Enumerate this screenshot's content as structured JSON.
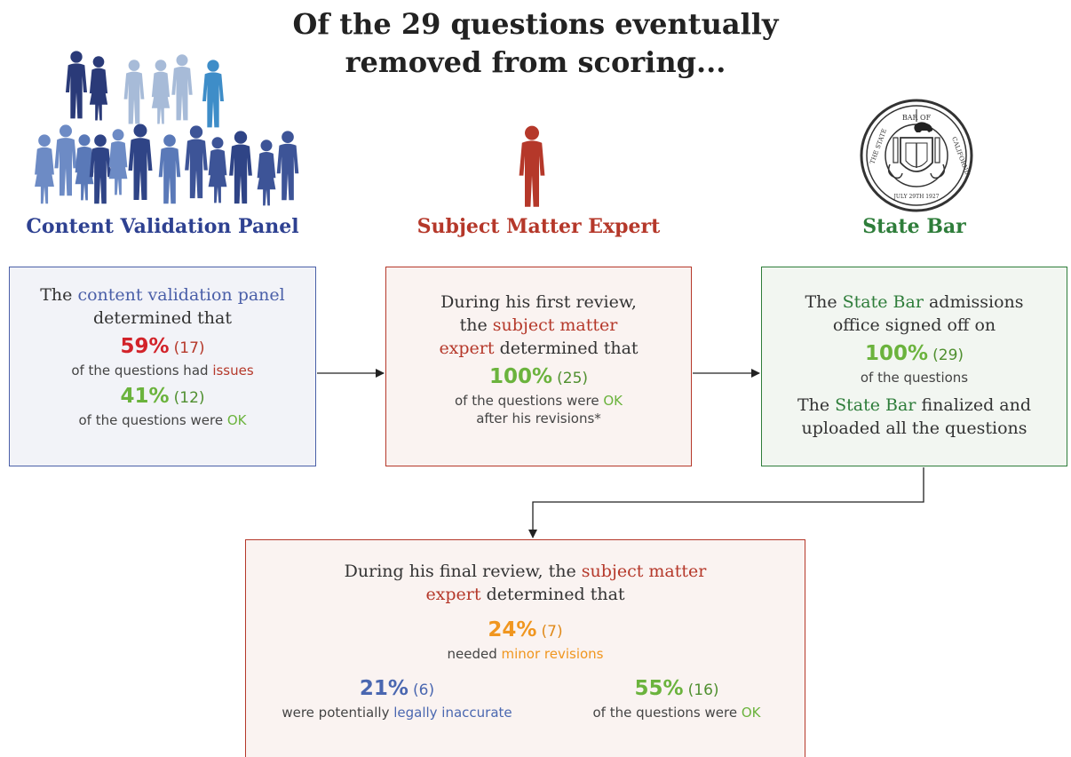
{
  "title": {
    "line1": "Of the 29 questions eventually",
    "line2": "removed from scoring..."
  },
  "colors": {
    "blue": "#4a5fa8",
    "red": "#b5382a",
    "green": "#2e7d3a",
    "stat_red": "#d2232a",
    "stat_green": "#6bb33d",
    "stat_orange": "#f0961f",
    "stat_blue": "#4a67b0"
  },
  "panel": {
    "heading": "Content Validation Panel",
    "icon": "crowd-silhouette-icon",
    "text_pre": "The ",
    "text_hl": "content validation panel",
    "text_post": " determined that",
    "stat1_pct": "59%",
    "stat1_count": "(17)",
    "stat1_desc_pre": "of the questions had ",
    "stat1_desc_hl": "issues",
    "stat2_pct": "41%",
    "stat2_count": "(12)",
    "stat2_desc_pre": "of the questions were ",
    "stat2_desc_hl": "OK"
  },
  "expert": {
    "heading": "Subject Matter Expert",
    "icon": "person-silhouette-icon",
    "line1": "During his first review,",
    "line2_pre": "the ",
    "line2_hl": "subject matter",
    "line3_hl": "expert",
    "line3_post": " determined that",
    "stat_pct": "100%",
    "stat_count": "(25)",
    "desc1_pre": "of the questions were ",
    "desc1_hl": "OK",
    "desc2": "after his revisions*"
  },
  "statebar": {
    "heading": "State Bar",
    "icon": "state-bar-seal-icon",
    "seal_text": "THE STATE BAR OF CALIFORNIA",
    "seal_date": "JULY 29TH 1927",
    "line1_pre": "The ",
    "line1_hl": "State Bar",
    "line1_post": " admissions",
    "line2": "office signed off on",
    "stat_pct": "100%",
    "stat_count": "(29)",
    "desc": "of the questions",
    "line3_pre": "The ",
    "line3_hl": "State Bar",
    "line3_post": " finalized and",
    "line4": "uploaded all the questions"
  },
  "final": {
    "line1_pre": "During his final review, the ",
    "line1_hl": "subject matter",
    "line2_hl": "expert",
    "line2_post": " determined that",
    "stat1_pct": "24%",
    "stat1_count": "(7)",
    "stat1_desc_pre": "needed ",
    "stat1_desc_hl": "minor revisions",
    "stat2_pct": "21%",
    "stat2_count": "(6)",
    "stat2_desc_pre": "were potentially ",
    "stat2_desc_hl": "legally inaccurate",
    "stat3_pct": "55%",
    "stat3_count": "(16)",
    "stat3_desc_pre": "of the questions were ",
    "stat3_desc_hl": "OK"
  }
}
